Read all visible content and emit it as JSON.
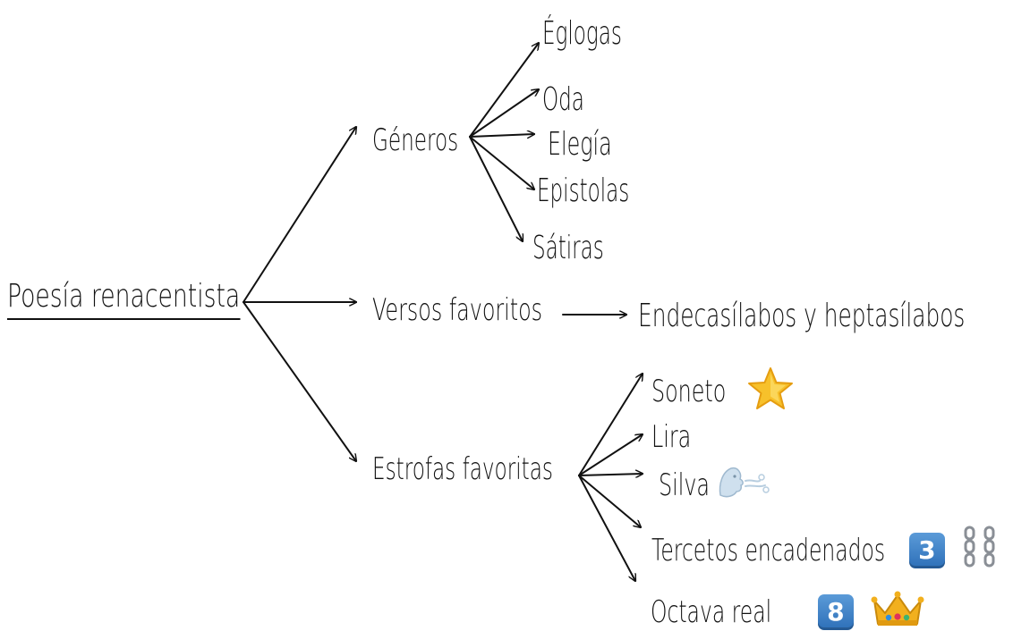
{
  "root": {
    "label": "Poesía renacentista"
  },
  "branches": {
    "generos": {
      "label": "Géneros",
      "items": [
        "Églogas",
        "Oda",
        "Elegía",
        "Epistolas",
        "Sátiras"
      ]
    },
    "versos": {
      "label": "Versos favoritos",
      "target": "Endecasílabos y heptasílabos"
    },
    "estrofas": {
      "label": "Estrofas favoritas",
      "items": {
        "soneto": {
          "label": "Soneto",
          "icon": "star-icon"
        },
        "lira": {
          "label": "Lira"
        },
        "silva": {
          "label": "Silva",
          "icon": "wind-face-icon"
        },
        "tercetos": {
          "label": "Tercetos encadenados",
          "badge": "3",
          "icon": "chains-icon"
        },
        "octava": {
          "label": "Octava real",
          "badge": "8",
          "icon": "crown-icon"
        }
      }
    }
  },
  "colors": {
    "ink": "#111111",
    "keycap": "#3a7dc4",
    "star": "#f7c12b",
    "crown": "#f2b01e"
  }
}
